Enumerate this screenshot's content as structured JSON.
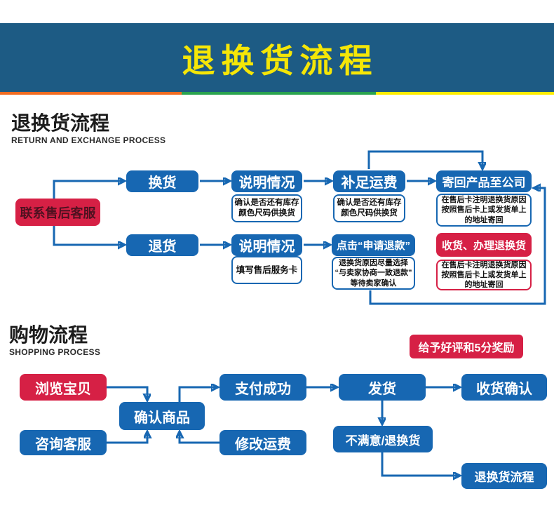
{
  "banner": {
    "title": "退换货流程"
  },
  "colors": {
    "banner_bg": "#1d5b84",
    "banner_title": "#f5e607",
    "stripe": [
      "#f26c21",
      "#2aa34f",
      "#ffec00"
    ],
    "node_blue": "#1767b2",
    "node_red": "#d62045",
    "contact_text": "#4d1120"
  },
  "section_return": {
    "title": "退换货流程",
    "subtitle": "RETURN AND EXCHANGE PROCESS",
    "nodes": {
      "contact": "联系售后客服",
      "exchange": "换货",
      "explain_exchange": "说明情况",
      "fee": "补足运费",
      "sendback": "寄回产品至公司",
      "return_goods": "退货",
      "explain_return": "说明情况",
      "apply_refund": "点击“申请退款”",
      "receive_handle": "收货、办理退换货"
    },
    "notes": {
      "stock_exchange": "确认是否还有库存\n颜色尺码供换货",
      "stock_fee": "确认是否还有库存\n颜色尺码供换货",
      "address_send": "在售后卡注明退换货原因\n按照售后卡上或发货单上\n的地址寄回",
      "service_card": "填写售后服务卡",
      "refund_reason": "退换货原因尽量选择\n“与卖家协商一致退款”\n等待卖家确认",
      "address_receive": "在售后卡注明退换货原因\n按照售后卡上或发货单上\n的地址寄回"
    }
  },
  "section_shopping": {
    "title": "购物流程",
    "subtitle": "SHOPPING PROCESS",
    "badge": "给予好评和5分奖励",
    "nodes": {
      "browse": "浏览宝贝",
      "consult": "咨询客服",
      "confirm": "确认商品",
      "pay": "支付成功",
      "modify_fee": "修改运费",
      "ship": "发货",
      "receive_confirm": "收货确认",
      "unsatisfied": "不满意/退换货",
      "return_flow": "退换货流程"
    }
  }
}
